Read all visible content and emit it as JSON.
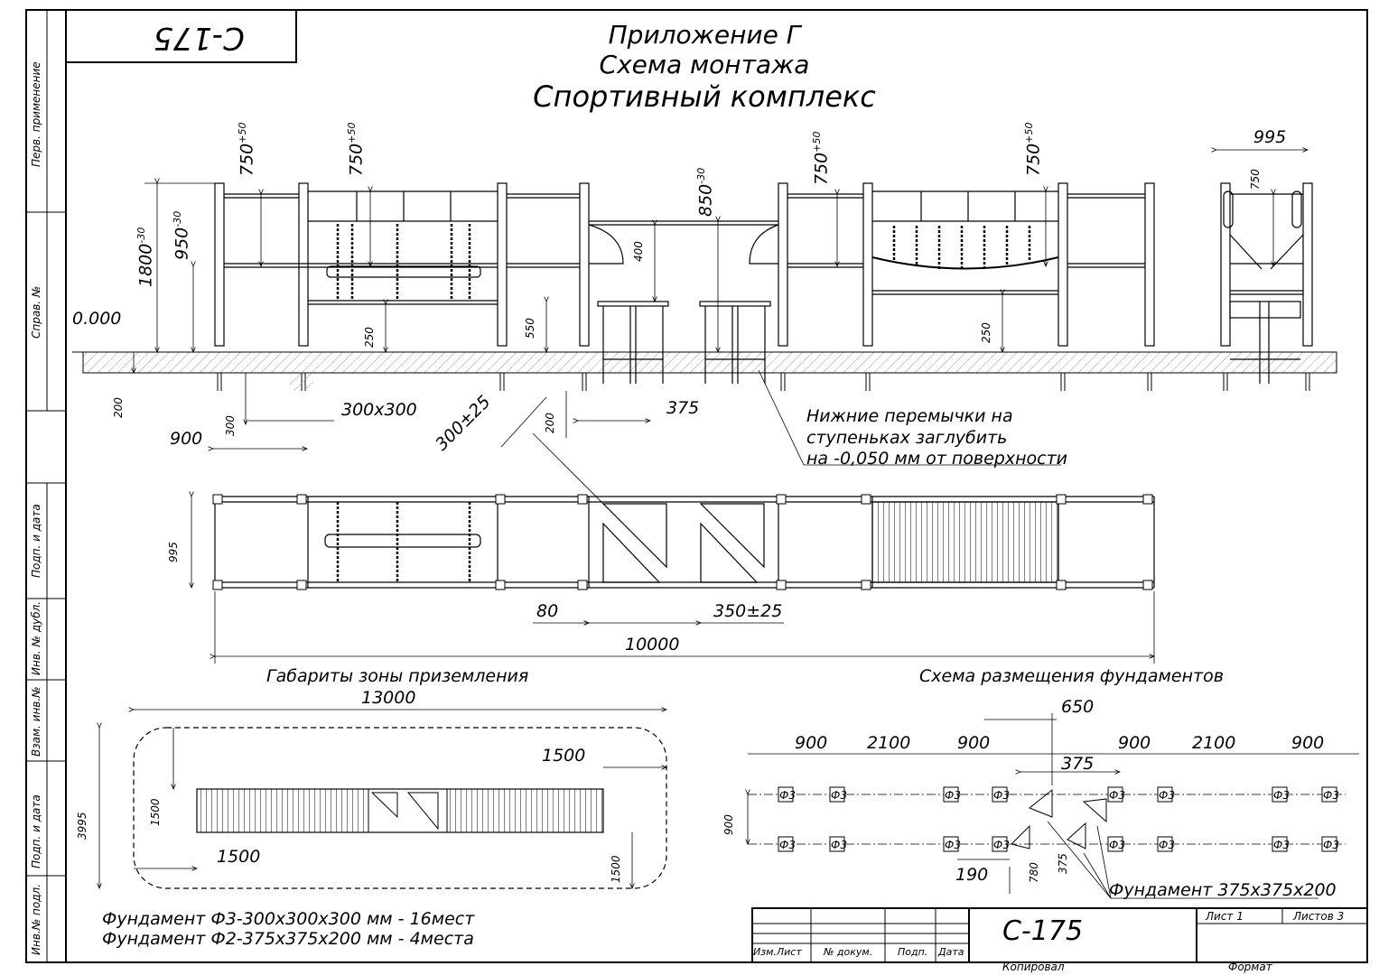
{
  "header": {
    "code_mirrored": "С-175",
    "appendix": "Приложение Г",
    "scheme": "Схема монтажа",
    "product": "Спортивный комплекс"
  },
  "side_stamp": {
    "perv_primen": "Перв. применение",
    "sprav_no": "Справ. №",
    "podp_data_1": "Подп. и дата",
    "inv_dubl": "Инв. № дубл.",
    "vzam_inv": "Взам. инв.№",
    "podp_data_2": "Подп. и дата",
    "inv_podl": "Инв.№ подл."
  },
  "elevation": {
    "level": "0.000",
    "dims": {
      "d1800": "1800",
      "d1800_tol": "-30",
      "d950": "950",
      "d950_tol": "-30",
      "d750_1": "750",
      "d750_1_tol": "+50",
      "d750_2": "750",
      "d750_2_tol": "+50",
      "d850": "850",
      "d850_tol": "-30",
      "d400": "400",
      "d550": "550",
      "d250_1": "250",
      "d750_3": "750",
      "d750_3_tol": "+50",
      "d750_4": "750",
      "d750_4_tol": "+50",
      "d250_2": "250",
      "d200_left": "200",
      "d300": "300",
      "d300x300": "300x300",
      "d900": "900",
      "d200_mid": "200",
      "d375": "375",
      "d300_25": "300±25"
    },
    "note_line1": "Нижние перемычки на",
    "note_line2": "ступеньках заглубить",
    "note_line3": "на -0,050 мм от поверхности"
  },
  "side_view": {
    "d995": "995",
    "d750": "750"
  },
  "plan": {
    "d995": "995",
    "d80": "80",
    "d350": "350±25",
    "d10000": "10000"
  },
  "landing_zone": {
    "title": "Габариты зоны приземления",
    "d13000": "13000",
    "d3995": "3995",
    "d1500_a": "1500",
    "d1500_b": "1500",
    "d1500_c": "1500",
    "d1500_d": "1500"
  },
  "foundation_scheme": {
    "title": "Схема размещения фундаментов",
    "d650": "650",
    "d900_a": "900",
    "d2100_a": "2100",
    "d900_b": "900",
    "d375_a": "375",
    "d900_c": "900",
    "d2100_b": "2100",
    "d900_d": "900",
    "d900_v": "900",
    "d190": "190",
    "d780": "780",
    "d375_b": "375",
    "label": "Ф3",
    "callout": "Фундамент 375х375х200"
  },
  "notes": {
    "f3": "Фундамент Ф3-300х300х300 мм - 16мест",
    "f2": "Фундамент Ф2-375х375х200 мм - 4места"
  },
  "title_block": {
    "code": "С-175",
    "sheet": "Лист 1",
    "sheets": "Листов 3",
    "izm_list": "Изм.Лист",
    "n_dokum": "№ докум.",
    "podp": "Подп.",
    "data": "Дата",
    "kopiroval": "Копировал",
    "format": "Формат"
  }
}
